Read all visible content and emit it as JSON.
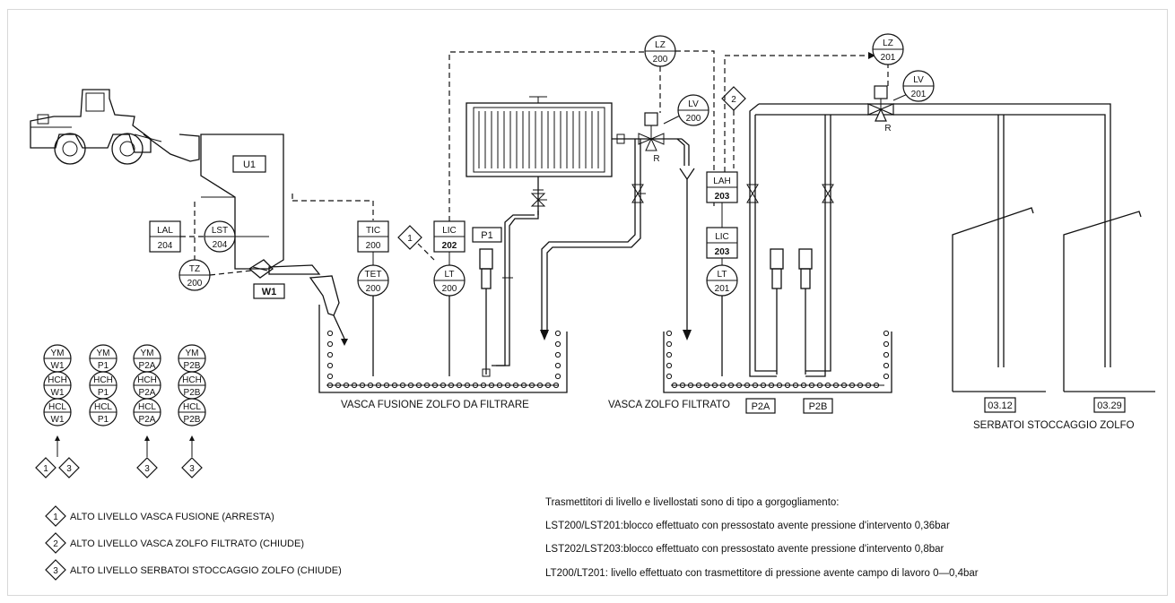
{
  "equipment": {
    "hopper": "U1",
    "scale": "W1",
    "pump_p1": "P1",
    "pump_p2a": "P2A",
    "pump_p2b": "P2B",
    "tank_a": "03.12",
    "tank_b": "03.29"
  },
  "instruments": {
    "lz200": [
      "LZ",
      "200"
    ],
    "lv200": [
      "LV",
      "200"
    ],
    "lz201": [
      "LZ",
      "201"
    ],
    "lv201": [
      "LV",
      "201"
    ],
    "lal204": [
      "LAL",
      "204"
    ],
    "lst204": [
      "LST",
      "204"
    ],
    "tz200": [
      "TZ",
      "200"
    ],
    "tic200": [
      "TIC",
      "200"
    ],
    "tet200": [
      "TET",
      "200"
    ],
    "lic202": [
      "LIC",
      "202"
    ],
    "lt200": [
      "LT",
      "200"
    ],
    "lah203": [
      "LAH",
      "203"
    ],
    "lic203": [
      "LIC",
      "203"
    ],
    "lt201": [
      "LT",
      "201"
    ]
  },
  "diamonds": {
    "d1": "1",
    "d2": "2",
    "d3": "3"
  },
  "small_labels": {
    "r": "R"
  },
  "labels": {
    "vasca_fusione": "VASCA FUSIONE ZOLFO DA FILTRARE",
    "vasca_filtrato": "VASCA ZOLFO FILTRATO",
    "serbatoi": "SERBATOI STOCCAGGIO ZOLFO"
  },
  "matrix": [
    {
      "col": [
        "YM",
        "W1",
        "HCH",
        "W1",
        "HCL",
        "W1"
      ],
      "diamonds": [
        "1",
        "3"
      ]
    },
    {
      "col": [
        "YM",
        "P1",
        "HCH",
        "P1",
        "HCL",
        "P1"
      ],
      "diamonds": []
    },
    {
      "col": [
        "YM",
        "P2A",
        "HCH",
        "P2A",
        "HCL",
        "P2A"
      ],
      "diamonds": [
        "3"
      ]
    },
    {
      "col": [
        "YM",
        "P2B",
        "HCH",
        "P2B",
        "HCL",
        "P2B"
      ],
      "diamonds": [
        "3"
      ]
    }
  ],
  "legend": [
    {
      "num": "1",
      "text": "ALTO LIVELLO VASCA FUSIONE (ARRESTA)"
    },
    {
      "num": "2",
      "text": "ALTO LIVELLO VASCA ZOLFO FILTRATO (CHIUDE)"
    },
    {
      "num": "3",
      "text": "ALTO LIVELLO SERBATOI STOCCAGGIO ZOLFO (CHIUDE)"
    }
  ],
  "notes": [
    "Trasmettitori di livello e livellostati sono di tipo a gorgogliamento:",
    "LST200/LST201:blocco effettuato con pressostato avente pressione d'intervento 0,36bar",
    "LST202/LST203:blocco effettuato con pressostato avente pressione d'intervento 0,8bar",
    "LT200/LT201:  livello effettuato con trasmettitore di pressione avente campo di lavoro 0—0,4bar"
  ]
}
